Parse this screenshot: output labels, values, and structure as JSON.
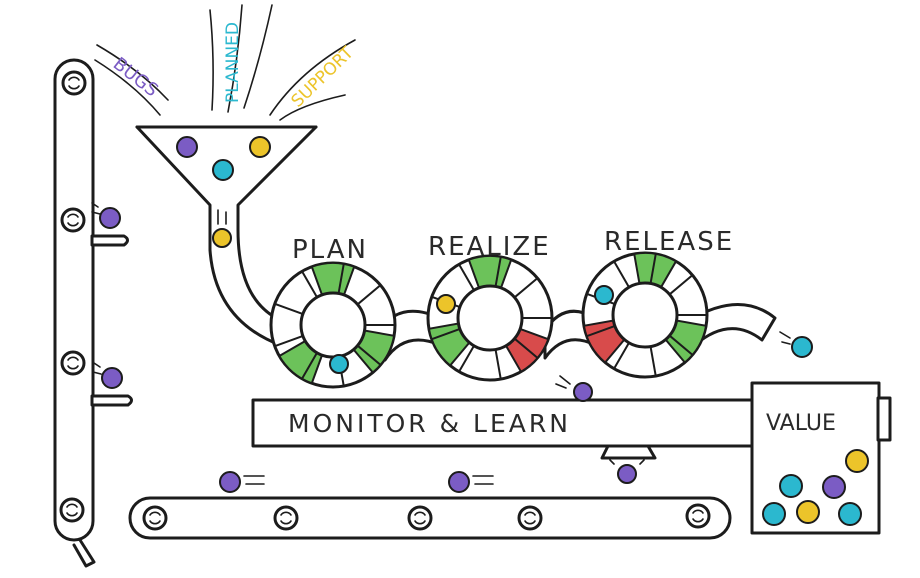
{
  "inputs": {
    "bugs": "BUGS",
    "planned": "PLANNED",
    "support": "SUPPORT"
  },
  "stages": {
    "plan": "PLAN",
    "realize": "REALIZE",
    "release": "RELEASE"
  },
  "monitor_label": "MONITOR & LEARN",
  "value_label": "VALUE",
  "colors": {
    "purple": "#7b5cc4",
    "cyan": "#2bb8cf",
    "yellow": "#ecc42a",
    "green": "#6cc25a",
    "red": "#d84b4b",
    "ink": "#1c1c1c"
  }
}
